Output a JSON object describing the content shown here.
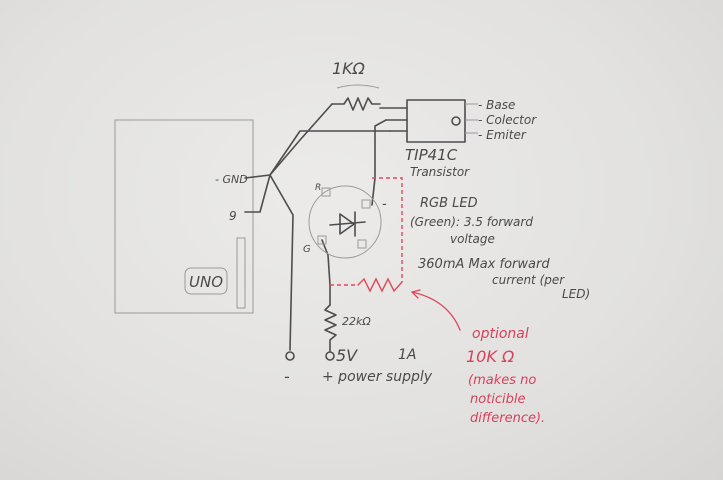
{
  "labels": {
    "resistor_top": "1KΩ",
    "base": "- Base",
    "collector": "- Colector",
    "emitter": "- Emiter",
    "transistor_line1": "TIP41C",
    "transistor_line2": "Transistor",
    "gnd": "- GND",
    "pin9": "9",
    "uno": "UNO",
    "led_line1": "RGB LED",
    "led_line2": "(Green): 3.5 forward",
    "led_line3": "voltage",
    "current_line1": "360mA  Max forward",
    "current_line2": "current (per",
    "current_line3": "LED)",
    "led_r": "R",
    "led_g": "G",
    "led_minus": "-",
    "resistor_bottom": "22kΩ",
    "supply_voltage": "5V",
    "supply_current": "1A",
    "supply_line2": "+ power supply",
    "minus_terminal": "-",
    "optional_line1": "optional",
    "optional_line2": "10K Ω",
    "optional_line3": "(makes no",
    "optional_line4": "noticible",
    "optional_line5": "difference)."
  },
  "colors": {
    "pencil": "#4a4a4c",
    "red_ink": "#d8415a",
    "paper": "#e6e5e3"
  }
}
